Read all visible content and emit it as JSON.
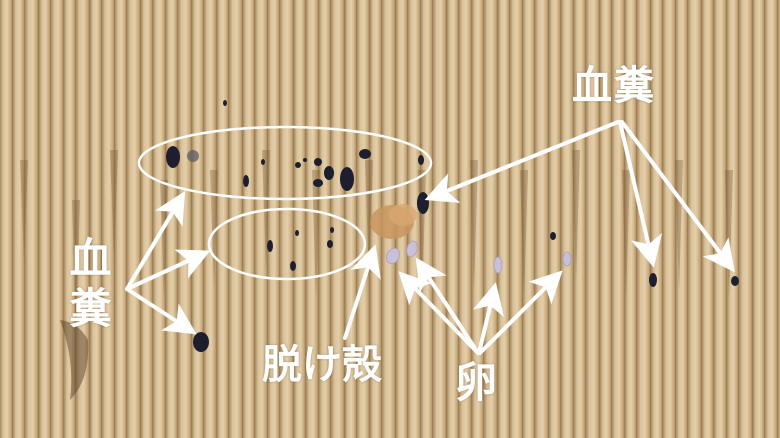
{
  "photo": {
    "subject": "tatami mat with bed bug evidence",
    "background_color": "#c9ac82"
  },
  "labels": {
    "blood_feces_top_right": "血糞",
    "blood_feces_left": "血糞",
    "molted_shell": "脱け殻",
    "eggs": "卵"
  },
  "annotation_color": "#ffffff"
}
